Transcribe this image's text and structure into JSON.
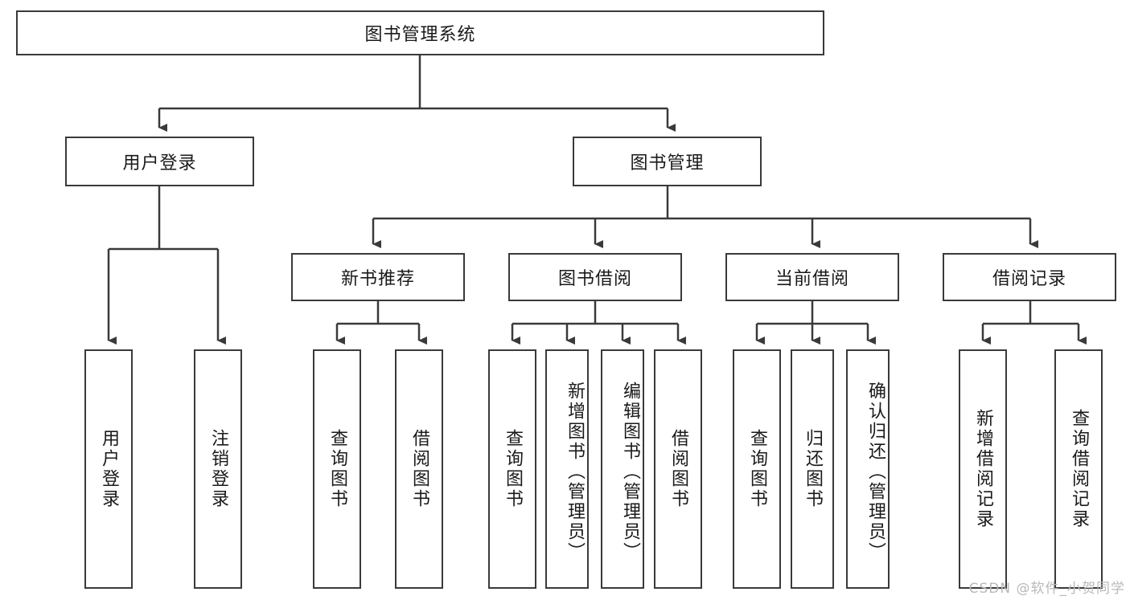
{
  "diagram": {
    "title": "图书管理系统",
    "type": "tree-hierarchy-diagram",
    "watermark": "CSDN @软件_小贺同学",
    "colors": {
      "box_border": "#3a3a3a",
      "box_fill": "#ffffff",
      "text": "#1a1a1a",
      "connector": "#3a3a3a",
      "watermark": "#b9b9b9",
      "background": "#ffffff"
    },
    "root": {
      "label": "图书管理系统"
    },
    "level2": [
      {
        "label": "用户登录"
      },
      {
        "label": "图书管理"
      }
    ],
    "level3": [
      {
        "label": "新书推荐"
      },
      {
        "label": "图书借阅"
      },
      {
        "label": "当前借阅"
      },
      {
        "label": "借阅记录"
      }
    ],
    "leaves": {
      "user_login": [
        {
          "label": "用户登录"
        },
        {
          "label": "注销登录"
        }
      ],
      "new_book_recommend": [
        {
          "label": "查询图书"
        },
        {
          "label": "借阅图书"
        }
      ],
      "book_borrow": [
        {
          "label": "查询图书"
        },
        {
          "label": "新增图书（管理员）"
        },
        {
          "label": "编辑图书（管理员）"
        },
        {
          "label": "借阅图书"
        }
      ],
      "current_borrow": [
        {
          "label": "查询图书"
        },
        {
          "label": "归还图书"
        },
        {
          "label": "确认归还（管理员）"
        }
      ],
      "borrow_record": [
        {
          "label": "新增借阅记录"
        },
        {
          "label": "查询借阅记录"
        }
      ]
    }
  }
}
